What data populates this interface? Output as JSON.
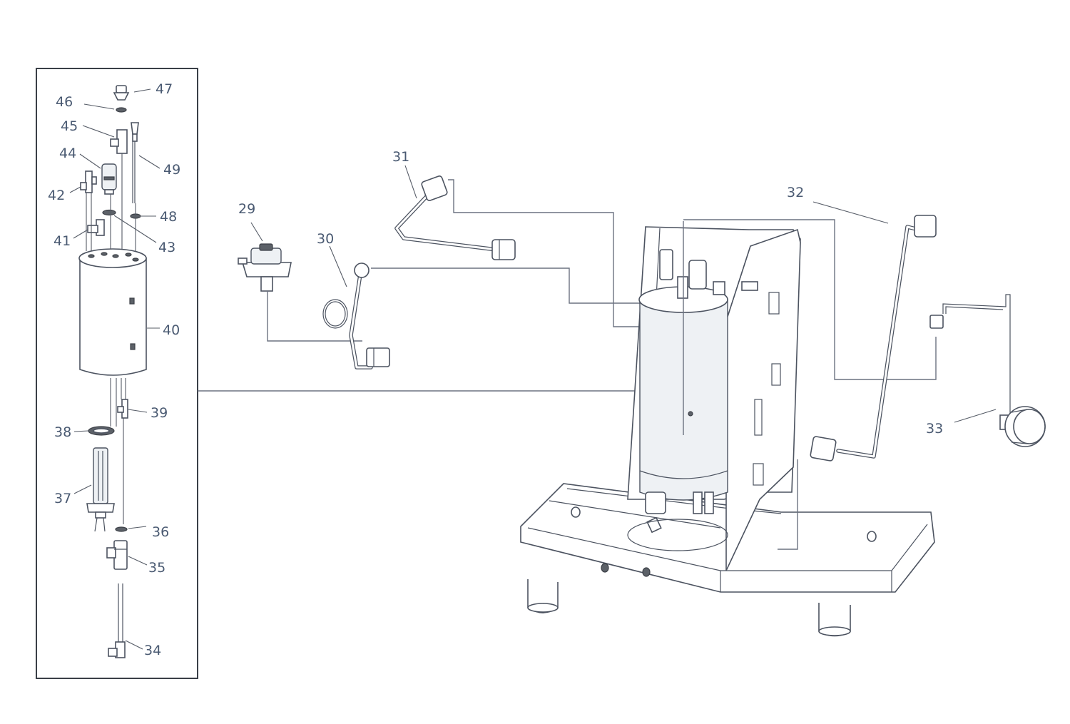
{
  "labels": {
    "p29": "29",
    "p30": "30",
    "p31": "31",
    "p32": "32",
    "p33": "33",
    "p34": "34",
    "p35": "35",
    "p36": "36",
    "p37": "37",
    "p38": "38",
    "p39": "39",
    "p40": "40",
    "p41": "41",
    "p42": "42",
    "p43": "43",
    "p44": "44",
    "p45": "45",
    "p46": "46",
    "p47": "47",
    "p48": "48",
    "p49": "49"
  },
  "colors": {
    "label": "#4a5a72",
    "line": "#4c5360",
    "frame": "#3a3f47"
  }
}
